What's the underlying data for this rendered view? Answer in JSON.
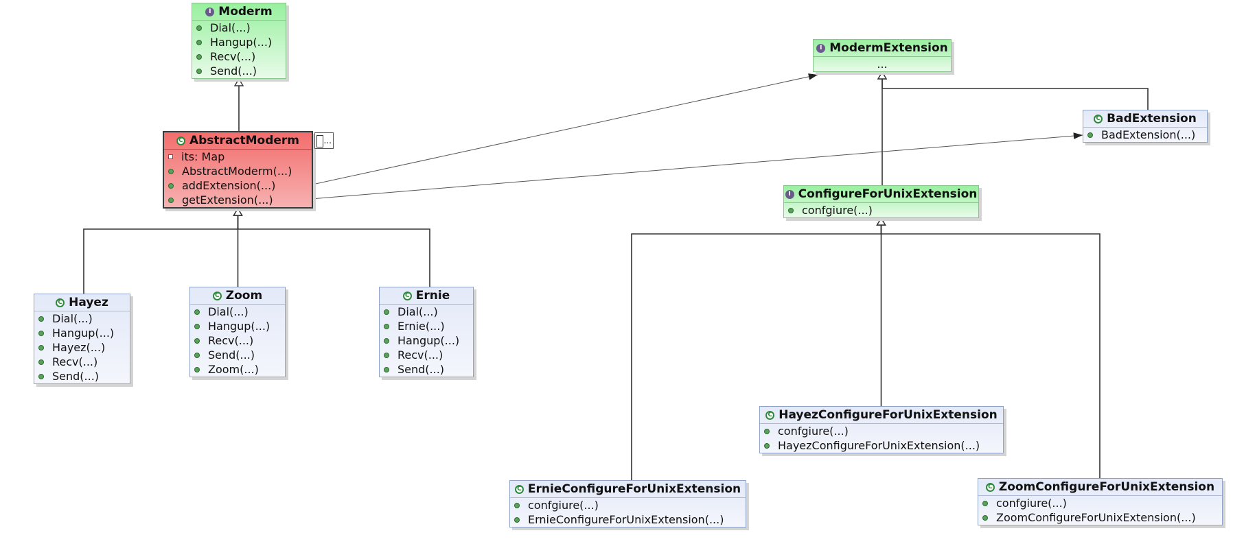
{
  "diagram": {
    "classes": [
      {
        "id": "moderm",
        "name": "Moderm",
        "kind": "interface",
        "members": [
          {
            "vis": "public",
            "text": "Dial(...)"
          },
          {
            "vis": "public",
            "text": "Hangup(...)"
          },
          {
            "vis": "public",
            "text": "Recv(...)"
          },
          {
            "vis": "public",
            "text": "Send(...)"
          }
        ]
      },
      {
        "id": "abstract-moderm",
        "name": "AbstractModerm",
        "kind": "abstract",
        "members": [
          {
            "vis": "private",
            "text": "its: Map"
          },
          {
            "vis": "public",
            "text": "AbstractModerm(...)"
          },
          {
            "vis": "public",
            "text": "addExtension(...)"
          },
          {
            "vis": "public",
            "text": "getExtension(...)"
          }
        ]
      },
      {
        "id": "hayez",
        "name": "Hayez",
        "kind": "class",
        "members": [
          {
            "vis": "public",
            "text": "Dial(...)"
          },
          {
            "vis": "public",
            "text": "Hangup(...)"
          },
          {
            "vis": "public",
            "text": "Hayez(...)"
          },
          {
            "vis": "public",
            "text": "Recv(...)"
          },
          {
            "vis": "public",
            "text": "Send(...)"
          }
        ]
      },
      {
        "id": "zoom",
        "name": "Zoom",
        "kind": "class",
        "members": [
          {
            "vis": "public",
            "text": "Dial(...)"
          },
          {
            "vis": "public",
            "text": "Hangup(...)"
          },
          {
            "vis": "public",
            "text": "Recv(...)"
          },
          {
            "vis": "public",
            "text": "Send(...)"
          },
          {
            "vis": "public",
            "text": "Zoom(...)"
          }
        ]
      },
      {
        "id": "ernie",
        "name": "Ernie",
        "kind": "class",
        "members": [
          {
            "vis": "public",
            "text": "Dial(...)"
          },
          {
            "vis": "public",
            "text": "Ernie(...)"
          },
          {
            "vis": "public",
            "text": "Hangup(...)"
          },
          {
            "vis": "public",
            "text": "Recv(...)"
          },
          {
            "vis": "public",
            "text": "Send(...)"
          }
        ]
      },
      {
        "id": "moderm-extension",
        "name": "ModermExtension",
        "kind": "interface",
        "members": [
          {
            "vis": "none",
            "text": "..."
          }
        ]
      },
      {
        "id": "bad-extension",
        "name": "BadExtension",
        "kind": "class",
        "members": [
          {
            "vis": "public",
            "text": "BadExtension(...)"
          }
        ]
      },
      {
        "id": "configure-for-unix-extension",
        "name": "ConfigureForUnixExtension",
        "kind": "interface",
        "members": [
          {
            "vis": "public",
            "text": "confgiure(...)"
          }
        ]
      },
      {
        "id": "hayez-configure",
        "name": "HayezConfigureForUnixExtension",
        "kind": "class",
        "members": [
          {
            "vis": "public",
            "text": "confgiure(...)"
          },
          {
            "vis": "public",
            "text": "HayezConfigureForUnixExtension(...)"
          }
        ]
      },
      {
        "id": "ernie-configure",
        "name": "ErnieConfigureForUnixExtension",
        "kind": "class",
        "members": [
          {
            "vis": "public",
            "text": "confgiure(...)"
          },
          {
            "vis": "public",
            "text": "ErnieConfigureForUnixExtension(...)"
          }
        ]
      },
      {
        "id": "zoom-configure",
        "name": "ZoomConfigureForUnixExtension",
        "kind": "class",
        "members": [
          {
            "vis": "public",
            "text": "confgiure(...)"
          },
          {
            "vis": "public",
            "text": "ZoomConfigureForUnixExtension(...)"
          }
        ]
      }
    ],
    "relations": [
      {
        "type": "inheritance",
        "from": "abstract-moderm",
        "to": "moderm"
      },
      {
        "type": "inheritance",
        "from": "hayez",
        "to": "abstract-moderm"
      },
      {
        "type": "inheritance",
        "from": "zoom",
        "to": "abstract-moderm"
      },
      {
        "type": "inheritance",
        "from": "ernie",
        "to": "abstract-moderm"
      },
      {
        "type": "dependency",
        "from": "abstract-moderm",
        "to": "moderm-extension"
      },
      {
        "type": "dependency",
        "from": "abstract-moderm",
        "to": "bad-extension"
      },
      {
        "type": "inheritance",
        "from": "bad-extension",
        "to": "moderm-extension"
      },
      {
        "type": "inheritance",
        "from": "configure-for-unix-extension",
        "to": "moderm-extension"
      },
      {
        "type": "inheritance",
        "from": "hayez-configure",
        "to": "configure-for-unix-extension"
      },
      {
        "type": "inheritance",
        "from": "ernie-configure",
        "to": "configure-for-unix-extension"
      },
      {
        "type": "inheritance",
        "from": "zoom-configure",
        "to": "configure-for-unix-extension"
      }
    ],
    "selection_handle_label": "..."
  }
}
